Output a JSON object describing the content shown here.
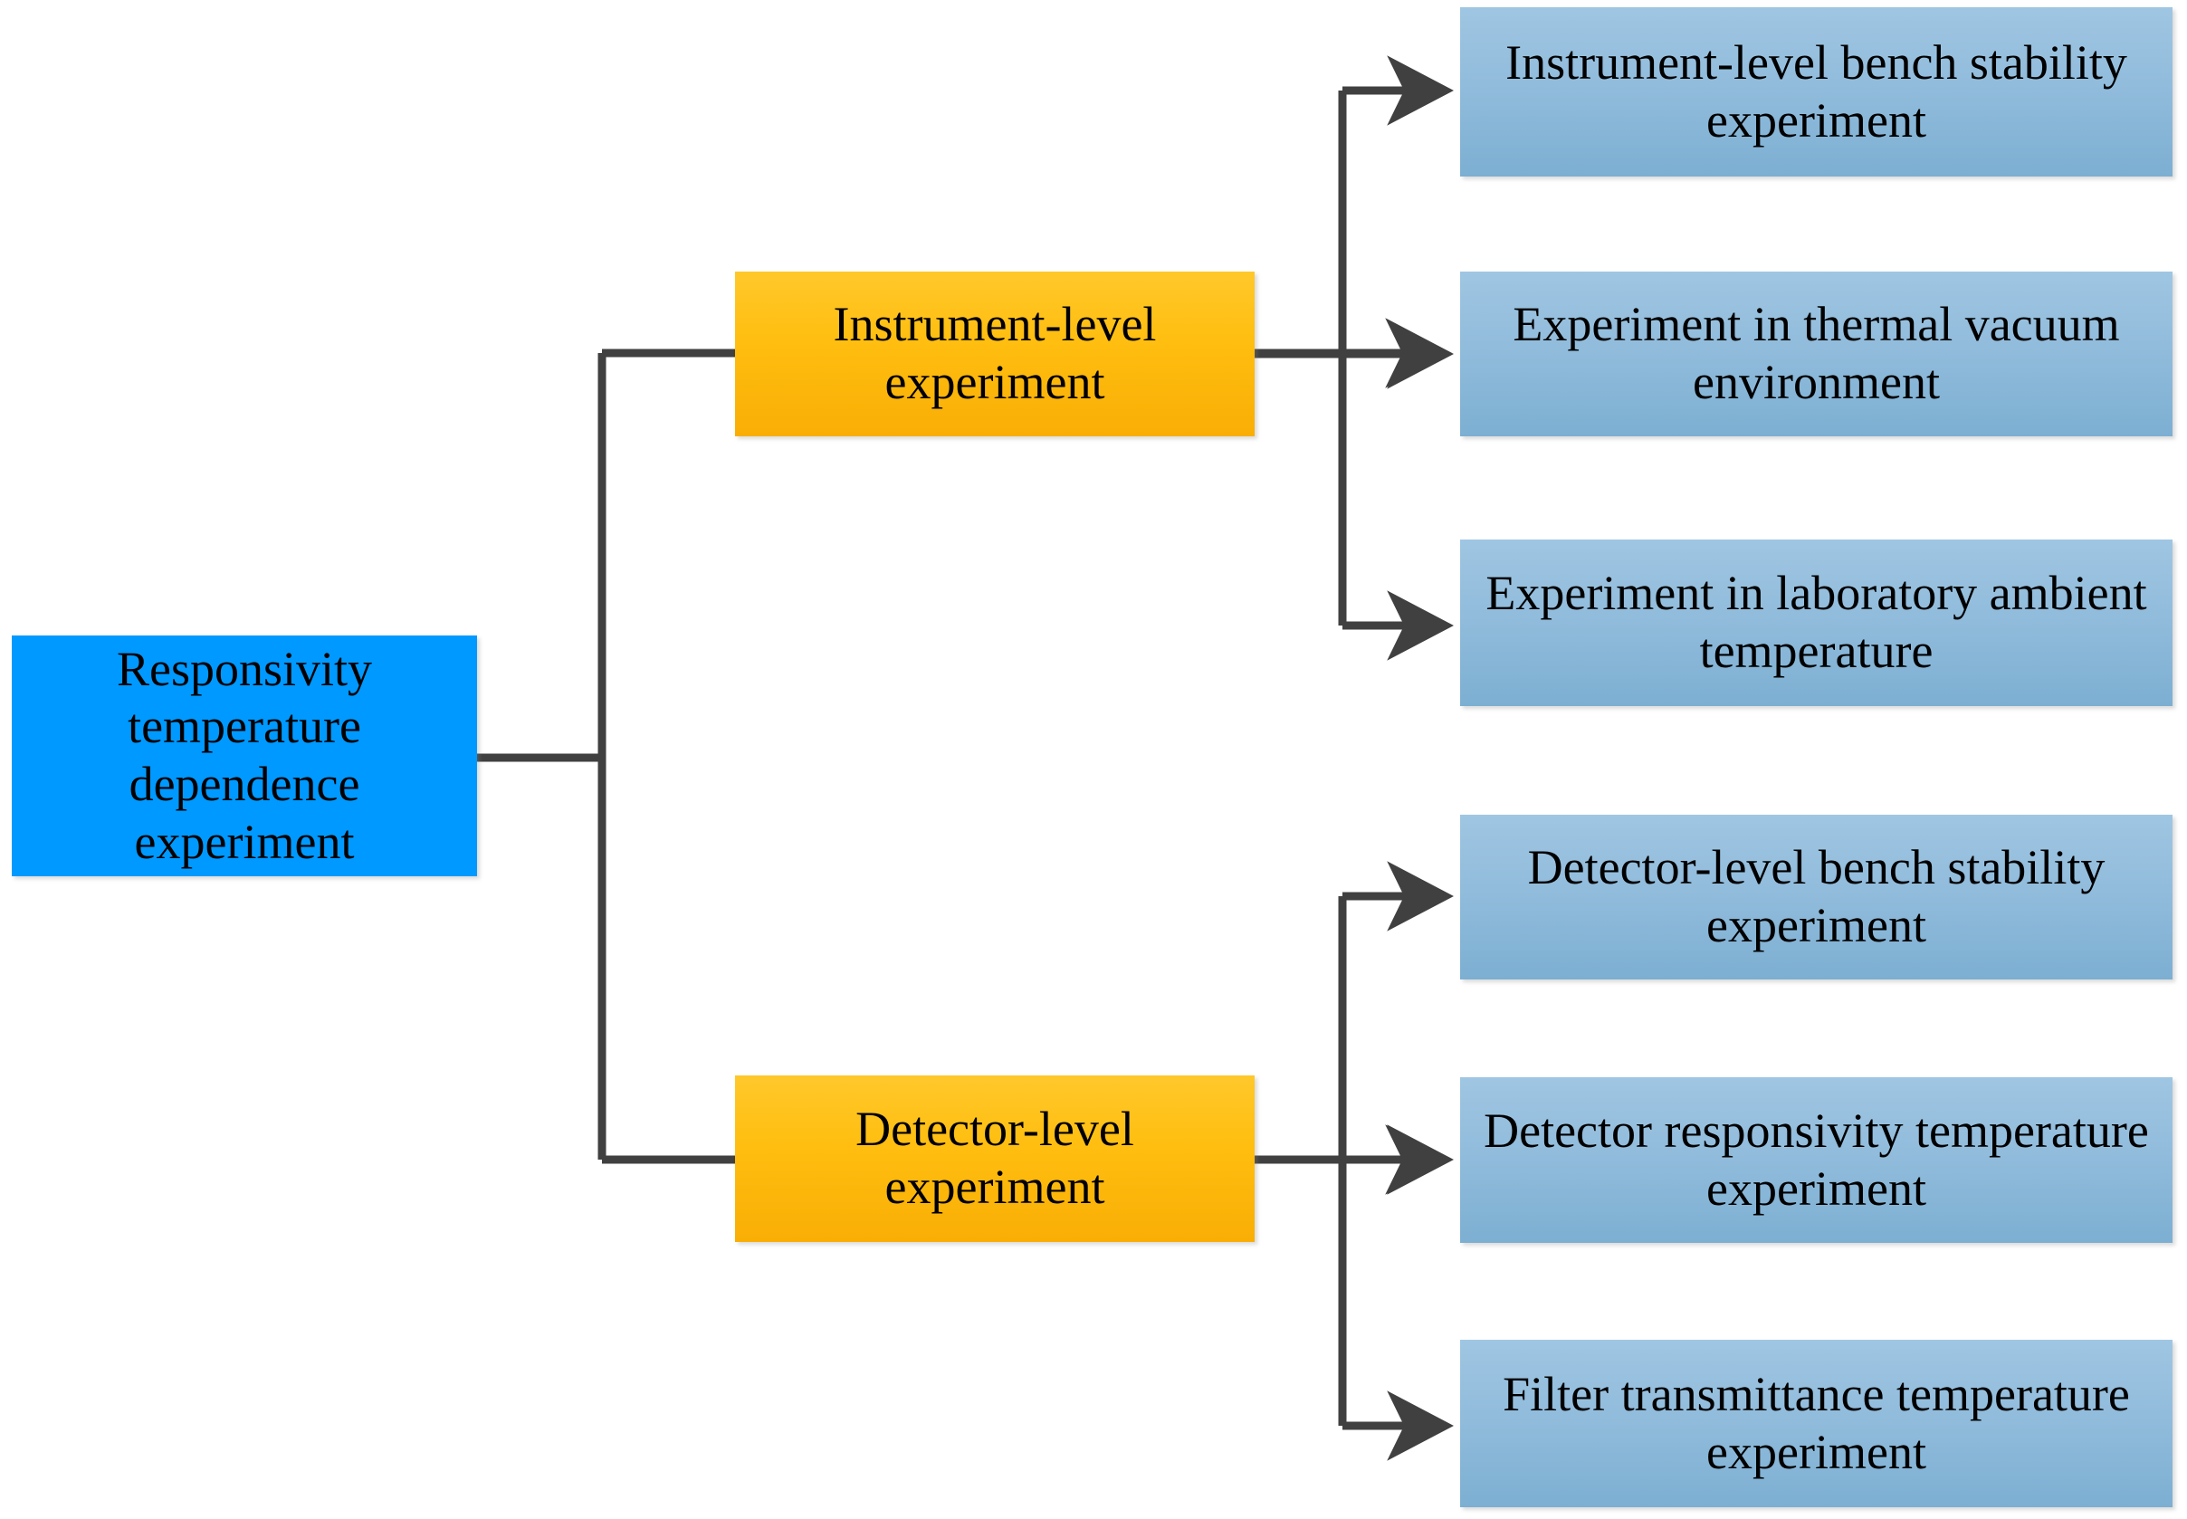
{
  "diagram": {
    "type": "flowchart-tree",
    "orientation": "left-to-right",
    "background": "#ffffff",
    "colors": {
      "root_fill": "#0099FF",
      "mid_fill_top": "#FFC82B",
      "mid_fill_bottom": "#F9AE05",
      "leaf_fill_top": "#9FC6E2",
      "leaf_fill_bottom": "#7CAFD2",
      "connector": "#404040",
      "text": "#000000"
    }
  },
  "root": {
    "id": "root",
    "label": "Responsivity temperature dependence experiment",
    "lines": [
      "Responsivity",
      "temperature",
      "dependence",
      "experiment"
    ]
  },
  "branches": [
    {
      "id": "instrument-level",
      "label": "Instrument-level experiment",
      "lines": [
        "Instrument-level",
        "experiment"
      ],
      "children": [
        {
          "id": "instrument-bench-stability",
          "label": "Instrument-level bench stability experiment",
          "lines": [
            "Instrument-level bench stability",
            "experiment"
          ]
        },
        {
          "id": "thermal-vacuum",
          "label": "Experiment in thermal vacuum environment",
          "lines": [
            "Experiment in thermal vacuum",
            "environment"
          ]
        },
        {
          "id": "laboratory-ambient",
          "label": "Experiment in laboratory ambient temperature",
          "lines": [
            "Experiment in laboratory",
            "ambient temperature"
          ]
        }
      ]
    },
    {
      "id": "detector-level",
      "label": "Detector-level experiment",
      "lines": [
        "Detector-level",
        "experiment"
      ],
      "children": [
        {
          "id": "detector-bench-stability",
          "label": "Detector-level bench stability experiment",
          "lines": [
            "Detector-level bench stability",
            "experiment"
          ]
        },
        {
          "id": "detector-responsivity-temperature",
          "label": "Detector responsivity temperature experiment",
          "lines": [
            "Detector responsivity",
            "temperature experiment"
          ]
        },
        {
          "id": "filter-transmittance-temperature",
          "label": "Filter transmittance temperature experiment",
          "lines": [
            "Filter transmittance",
            "temperature experiment"
          ]
        }
      ]
    }
  ],
  "connectors": [
    {
      "id": "root-to-trunk-upper",
      "from": "root",
      "to": "instrument-level",
      "arrowhead": true
    },
    {
      "id": "root-to-trunk-lower",
      "from": "root",
      "to": "detector-level",
      "arrowhead": true
    },
    {
      "id": "instrument-to-bench",
      "from": "instrument-level",
      "to": "instrument-bench-stability",
      "arrowhead": true
    },
    {
      "id": "instrument-to-vacuum",
      "from": "instrument-level",
      "to": "thermal-vacuum",
      "arrowhead": true
    },
    {
      "id": "instrument-to-ambient",
      "from": "instrument-level",
      "to": "laboratory-ambient",
      "arrowhead": true
    },
    {
      "id": "detector-to-bench",
      "from": "detector-level",
      "to": "detector-bench-stability",
      "arrowhead": true
    },
    {
      "id": "detector-to-responsivity",
      "from": "detector-level",
      "to": "detector-responsivity-temperature",
      "arrowhead": true
    },
    {
      "id": "detector-to-filter",
      "from": "detector-level",
      "to": "filter-transmittance-temperature",
      "arrowhead": true
    }
  ]
}
